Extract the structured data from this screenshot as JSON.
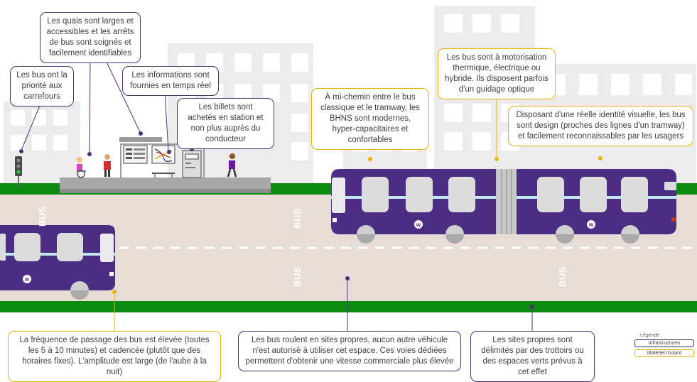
{
  "callouts": {
    "quais": "Les quais sont larges et accessibles et les arrêts de bus sont soignés et facilement identifiables",
    "priorite": "Les bus ont la priorité aux carrefours",
    "informations": "Les informations sont fournies en temps réel",
    "billets": "Les billets sont achetés en station et non plus auprès du conducteur",
    "mi_chemin": "À mi-chemin entre le bus classique et le tramway, les BHNS sont modernes, hyper-capacitaires et confortables",
    "motorisation": "Les bus sont à motorisation thermique, électrique ou hybride. Ils disposent parfois d'un guidage optique",
    "identite": "Disposant d'une réelle identité visuelle, les bus sont design (proches des lignes d'un tramway) et facilement reconnaissables par les usagers",
    "frequence": "La fréquence de passage des bus est élevée (toutes les 5 à 10 minutes) et cadencée (plutôt que des horaires fixes). L'amplitude est large (de l'aube à la nuit)",
    "sites_propres": "Les bus roulent en sites propres, aucun autre véhicule n'est autorisé à utiliser cet espace. Ces voies dédiées permettent d'obtenir une vitesse commerciale plus élevée",
    "delimites": "Les sites propres sont délimités par des trottoirs ou des espaces verts prévus à cet effet"
  },
  "road_markings": [
    "BUS",
    "BUS",
    "BUS",
    "BUS"
  ],
  "legend": {
    "title": "Légende :",
    "infrastructures": "Infrastructures",
    "materiel": "Matériel roulant"
  },
  "colors": {
    "infrastructure_border": "#4a2f7a",
    "rolling_stock_border": "#e7b400",
    "bus_body": "#4b2e83",
    "grass": "#0c8a12",
    "road": "#e8dcd6"
  }
}
